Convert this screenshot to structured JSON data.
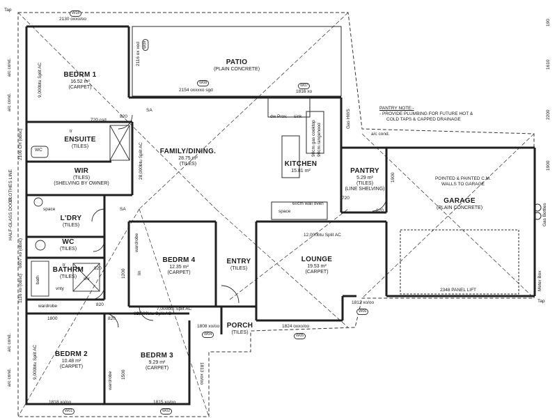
{
  "rooms": {
    "bedrm1": {
      "name": "BEDRM 1",
      "area": "16.52 m²",
      "finish": "(CARPET)"
    },
    "patio": {
      "name": "PATIO",
      "finish": "(PLAIN CONCRETE)"
    },
    "ensuite": {
      "name": "ENSUITE",
      "finish": "(TILES)"
    },
    "wir": {
      "name": "WIR",
      "finish": "(TILES)",
      "note": "(SHELVING BY OWNER)"
    },
    "family": {
      "name": "FAMILY/DINING.",
      "area": "28.75 m²",
      "finish": "(TILES)"
    },
    "kitchen": {
      "name": "KITCHEN",
      "area": "15.81 m²"
    },
    "pantry": {
      "name": "PANTRY",
      "area": "5.29 m²",
      "finish": "(TILES)",
      "note": "(LINE SHELVING)"
    },
    "garage": {
      "name": "GARAGE",
      "finish": "(PLAIN CONCRETE)",
      "note": "POINTED & PAINTED C.M. WALLS TO GARAGE"
    },
    "ldry": {
      "name": "L'DRY",
      "finish": "(TILES)"
    },
    "wc": {
      "name": "WC",
      "finish": "(TILES)"
    },
    "bathrm": {
      "name": "BATHRM",
      "finish": "(TILES)"
    },
    "bedrm4": {
      "name": "BEDRM 4",
      "area": "12.35 m²",
      "finish": "(CARPET)"
    },
    "entry": {
      "name": "ENTRY",
      "finish": "(TILES)"
    },
    "lounge": {
      "name": "LOUNGE",
      "area": "19.53 m²",
      "finish": "(CARPET)"
    },
    "porch": {
      "name": "PORCH",
      "finish": "(TILES)"
    },
    "bedrm2": {
      "name": "BEDRM 2",
      "area": "10.48 m²",
      "finish": "(CARPET)"
    },
    "bedrm3": {
      "name": "BEDRM 3",
      "area": "9.29 m²",
      "finish": "(CARPET)"
    }
  },
  "pantry_note": {
    "title": "PANTRY NOTE:-",
    "line1": "- PROVIDE PLUMBING FOR FUTURE HOT &",
    "line2": "COLD TAPS & CAPPED DRAINAGE"
  },
  "labels": {
    "tap_top": "Tap",
    "tap_right": "Tap",
    "w18": "W18",
    "w18_dim": "2130 oxxo/oo",
    "w09": "W09",
    "w09_dim": "2116 ox xod",
    "w08": "W08",
    "w08_dim": "2154 oxxxxo sgd",
    "w07": "W07",
    "w07_dim": "1816 xo",
    "w06": "W06",
    "w06_dim": "1812 xo/oo",
    "w05": "W05",
    "w05_dim": "1824 oxxo/oo",
    "w04": "W04",
    "w04_dim": "1808 xo/oo",
    "w02": "W02",
    "w02_dim": "1815 xo/oo",
    "w01": "W01",
    "w01_dim": "1818 xo/oo",
    "w03_dim": "1813 xo/oo",
    "split_9000_bed1": "9,000btu Split AC",
    "split_9000_bed2": "9,000btu Split AC",
    "split_9000_bed3": "9,000btu Split AC",
    "split_7000": "7,000btu Split AC",
    "split_12000": "12,000btu Split AC",
    "split_28000": "28,000btu Split AC",
    "sa1": "SA",
    "sa2": "SA",
    "csd_720": "720 csd",
    "d820_1": "820",
    "d820_2": "820",
    "d820_3": "820",
    "d820_4": "820",
    "d820_5": "820",
    "d820_6": "820",
    "d720": "720",
    "d720_csd": "720 csd",
    "gas_hws": "Gas HWS",
    "ac_cond_top": "a/c cond.",
    "ac_cond_left1": "a/c cond.",
    "ac_cond_left2": "a/c cond.",
    "ac_cond_left3": "a/c cond.",
    "ac_cond_left4": "a/c cond.",
    "clothes_line": "CLOTHES LINE",
    "half_glass_door": "HALF-GLASS DOOR",
    "left_w16": "2106 CH (obsc)",
    "left_w14": "6607 xo (obsc)",
    "left_w12": "1116 xo (obsc)",
    "gas_bottles": "Gas Bottles",
    "meter_box": "Meter Box",
    "dw": "dw",
    "prov": "Prov.",
    "sink": "sink",
    "gas_cooktop": "90cm gas cooktop",
    "rangehood": "90cm rangehood",
    "wall_oven": "60cm wall oven",
    "fridge_space": "space",
    "tr1": "tr",
    "tr2": "tr",
    "shr": "shr",
    "vnty": "vnty",
    "bath": "bath",
    "wc_small": "WC",
    "lin": "lin",
    "wardrobe1": "wardrobe",
    "wardrobe2": "wardrobe",
    "wardrobe3": "wardrobe",
    "wardrobe4": "wardrobe",
    "panel_lift": "2348 PANEL LIFT",
    "dim_1900": "1900",
    "dim_1800": "1800",
    "dim_1200": "1200",
    "dim_1200b": "1200",
    "dim_1500": "1500",
    "side_190": "190",
    "side_1610": "1610",
    "side_2200": "2200",
    "side_1900": "1900",
    "space": "space"
  },
  "colors": {
    "line": "#2a2a2a",
    "wall": "#1f1f1f",
    "hatch": "#555555",
    "paper": "#ffffff"
  }
}
